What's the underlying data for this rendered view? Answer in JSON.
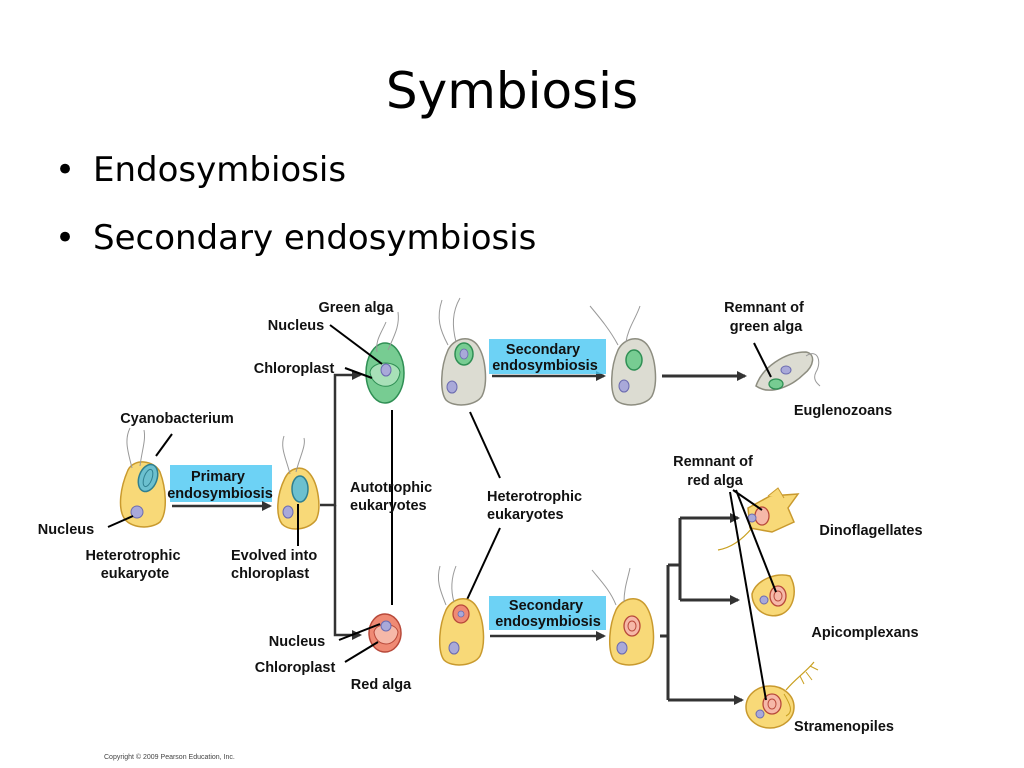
{
  "slide": {
    "title": "Symbiosis",
    "bullets": [
      {
        "bullet": "•",
        "text": "Endosymbiosis"
      },
      {
        "bullet": "•",
        "text": "Secondary endosymbiosis"
      }
    ]
  },
  "diagram": {
    "labels": {
      "cyanobacterium": "Cyanobacterium",
      "nucleus_left": "Nucleus",
      "heterotrophic_eukaryote": [
        "Heterotrophic",
        "eukaryote"
      ],
      "primary_endosymbiosis": [
        "Primary",
        "endosymbiosis"
      ],
      "evolved_into_chloroplast": [
        "Evolved into",
        "chloroplast"
      ],
      "green_alga": "Green alga",
      "nucleus_green": "Nucleus",
      "chloroplast_green": "Chloroplast",
      "autotrophic_eukaryotes": [
        "Autotrophic",
        "eukaryotes"
      ],
      "heterotrophic_eukaryotes": [
        "Heterotrophic",
        "eukaryotes"
      ],
      "nucleus_red": "Nucleus",
      "chloroplast_red": "Chloroplast",
      "red_alga": "Red alga",
      "secondary_endosymbiosis_top": [
        "Secondary",
        "endosymbiosis"
      ],
      "secondary_endosymbiosis_bottom": [
        "Secondary",
        "endosymbiosis"
      ],
      "remnant_green_alga": [
        "Remnant of",
        "green alga"
      ],
      "euglenozoans": "Euglenozoans",
      "remnant_red_alga": [
        "Remnant of",
        "red alga"
      ],
      "dinoflagellates": "Dinoflagellates",
      "apicomplexans": "Apicomplexans",
      "stramenopiles": "Stramenopiles"
    },
    "colors": {
      "cell_yellow": "#f8d978",
      "cell_yellow_stroke": "#c99a2e",
      "green_alga": "#77cc92",
      "green_alga_stroke": "#2f8f54",
      "red_alga": "#ef8a74",
      "red_alga_stroke": "#b8493a",
      "grey_cell": "#dcdcd2",
      "grey_cell_stroke": "#8d8d80",
      "nucleus": "#a9a9d9",
      "cyanobacterium": "#6cc0cf",
      "label_box": "#48c7f2",
      "arrow": "#333333"
    }
  },
  "copyright": "Copyright © 2009 Pearson Education, Inc."
}
